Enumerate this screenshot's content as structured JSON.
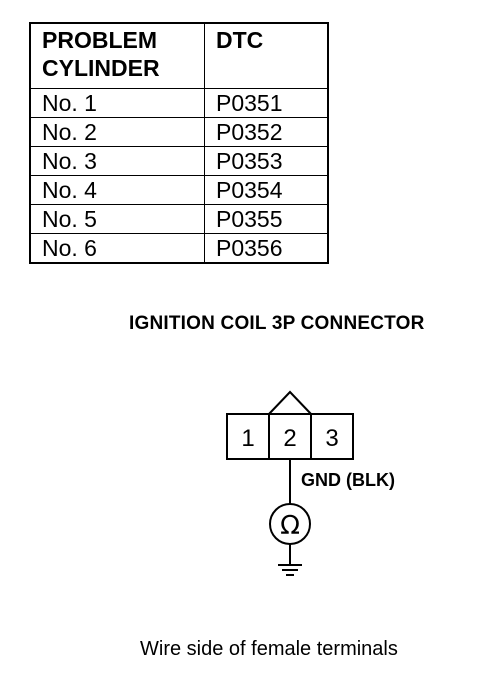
{
  "table": {
    "headers": [
      "PROBLEM\nCYLINDER",
      "DTC"
    ],
    "rows": [
      [
        "No. 1",
        "P0351"
      ],
      [
        "No. 2",
        "P0352"
      ],
      [
        "No. 3",
        "P0353"
      ],
      [
        "No. 4",
        "P0354"
      ],
      [
        "No. 5",
        "P0355"
      ],
      [
        "No. 6",
        "P0356"
      ]
    ]
  },
  "connector": {
    "title": "IGNITION COIL 3P CONNECTOR",
    "pins": [
      "1",
      "2",
      "3"
    ],
    "wire_label": "GND (BLK)",
    "meter_symbol": "Ω",
    "meter_icon": "ohmmeter-icon",
    "ground_icon": "ground-icon",
    "caption": "Wire side of female terminals"
  }
}
